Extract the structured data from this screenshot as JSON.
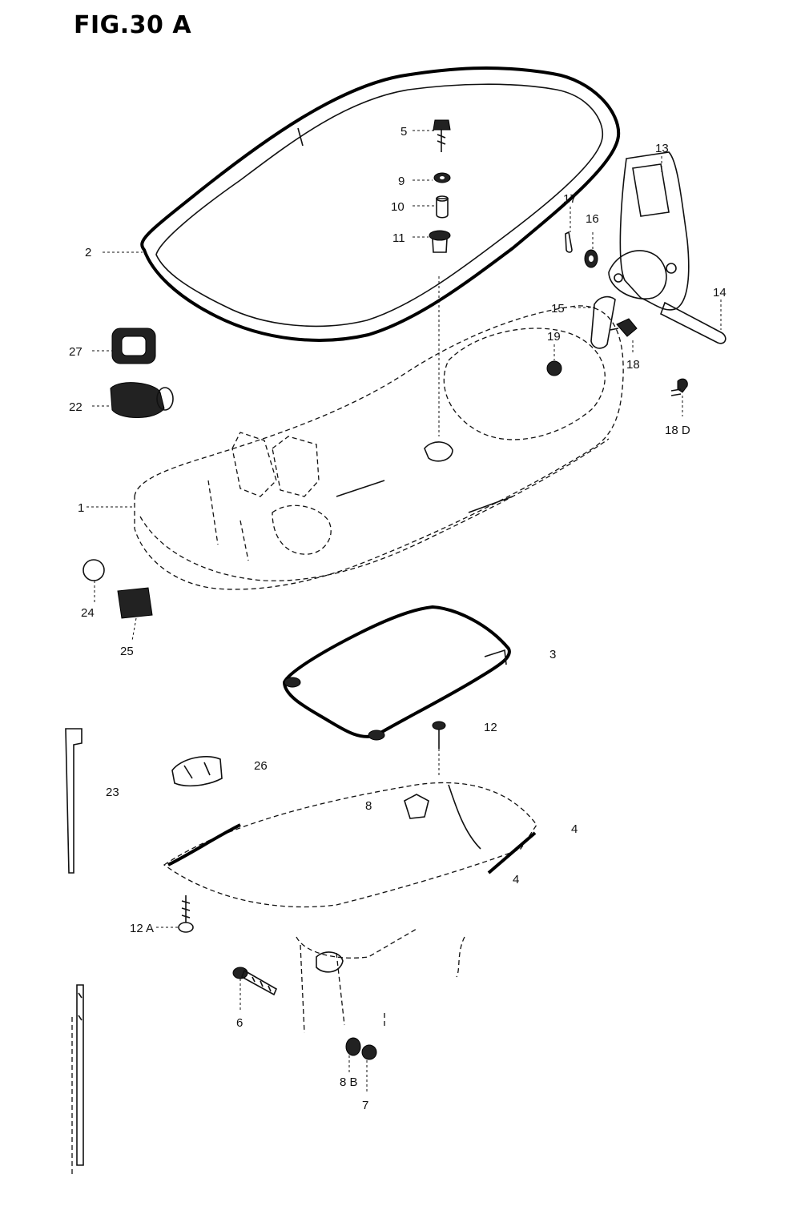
{
  "figure": {
    "title": "FIG.30 A"
  },
  "callouts": [
    {
      "id": "5",
      "text": "5"
    },
    {
      "id": "9",
      "text": "9"
    },
    {
      "id": "10",
      "text": "10"
    },
    {
      "id": "11",
      "text": "11"
    },
    {
      "id": "2",
      "text": "2"
    },
    {
      "id": "13",
      "text": "13"
    },
    {
      "id": "17",
      "text": "17"
    },
    {
      "id": "16",
      "text": "16"
    },
    {
      "id": "15",
      "text": "15"
    },
    {
      "id": "14",
      "text": "14"
    },
    {
      "id": "19",
      "text": "19"
    },
    {
      "id": "18",
      "text": "18"
    },
    {
      "id": "18D",
      "text": "18 D"
    },
    {
      "id": "27",
      "text": "27"
    },
    {
      "id": "22",
      "text": "22"
    },
    {
      "id": "1",
      "text": "1"
    },
    {
      "id": "24",
      "text": "24"
    },
    {
      "id": "25",
      "text": "25"
    },
    {
      "id": "3",
      "text": "3"
    },
    {
      "id": "12",
      "text": "12"
    },
    {
      "id": "26",
      "text": "26"
    },
    {
      "id": "23",
      "text": "23"
    },
    {
      "id": "8",
      "text": "8"
    },
    {
      "id": "4",
      "text": "4"
    },
    {
      "id": "4b",
      "text": "4"
    },
    {
      "id": "12A",
      "text": "12 A"
    },
    {
      "id": "6",
      "text": "6"
    },
    {
      "id": "8B",
      "text": "8 B"
    },
    {
      "id": "7",
      "text": "7"
    }
  ]
}
